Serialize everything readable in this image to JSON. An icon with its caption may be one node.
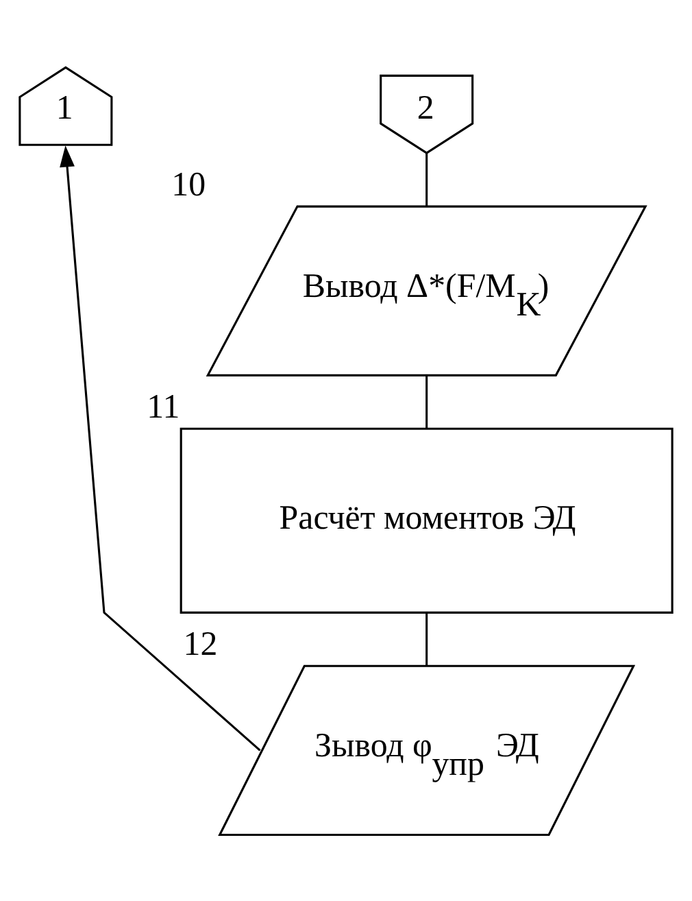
{
  "diagram": {
    "nodes": [
      {
        "text": [
          "1"
        ]
      },
      {
        "text": [
          "2"
        ]
      },
      {
        "text": [
          "Вывод Δ*(F/M$_{K}$)"
        ],
        "beside": [
          "10"
        ]
      },
      {
        "text": [
          "Расчёт моментов ЭД"
        ],
        "beside": [
          "11"
        ]
      },
      {
        "text": [
          "Зывод φ$_{упр}$ ЭД"
        ],
        "beside": [
          "12"
        ]
      }
    ],
    "edges": [
      {
        "from": 1,
        "to": 2,
        "arrow": "none"
      },
      {
        "from": 2,
        "to": 3,
        "arrow": "none"
      },
      {
        "from": 3,
        "to": 4,
        "arrow": "none"
      },
      {
        "from": 4,
        "to": 0,
        "arrow": "to"
      }
    ]
  }
}
